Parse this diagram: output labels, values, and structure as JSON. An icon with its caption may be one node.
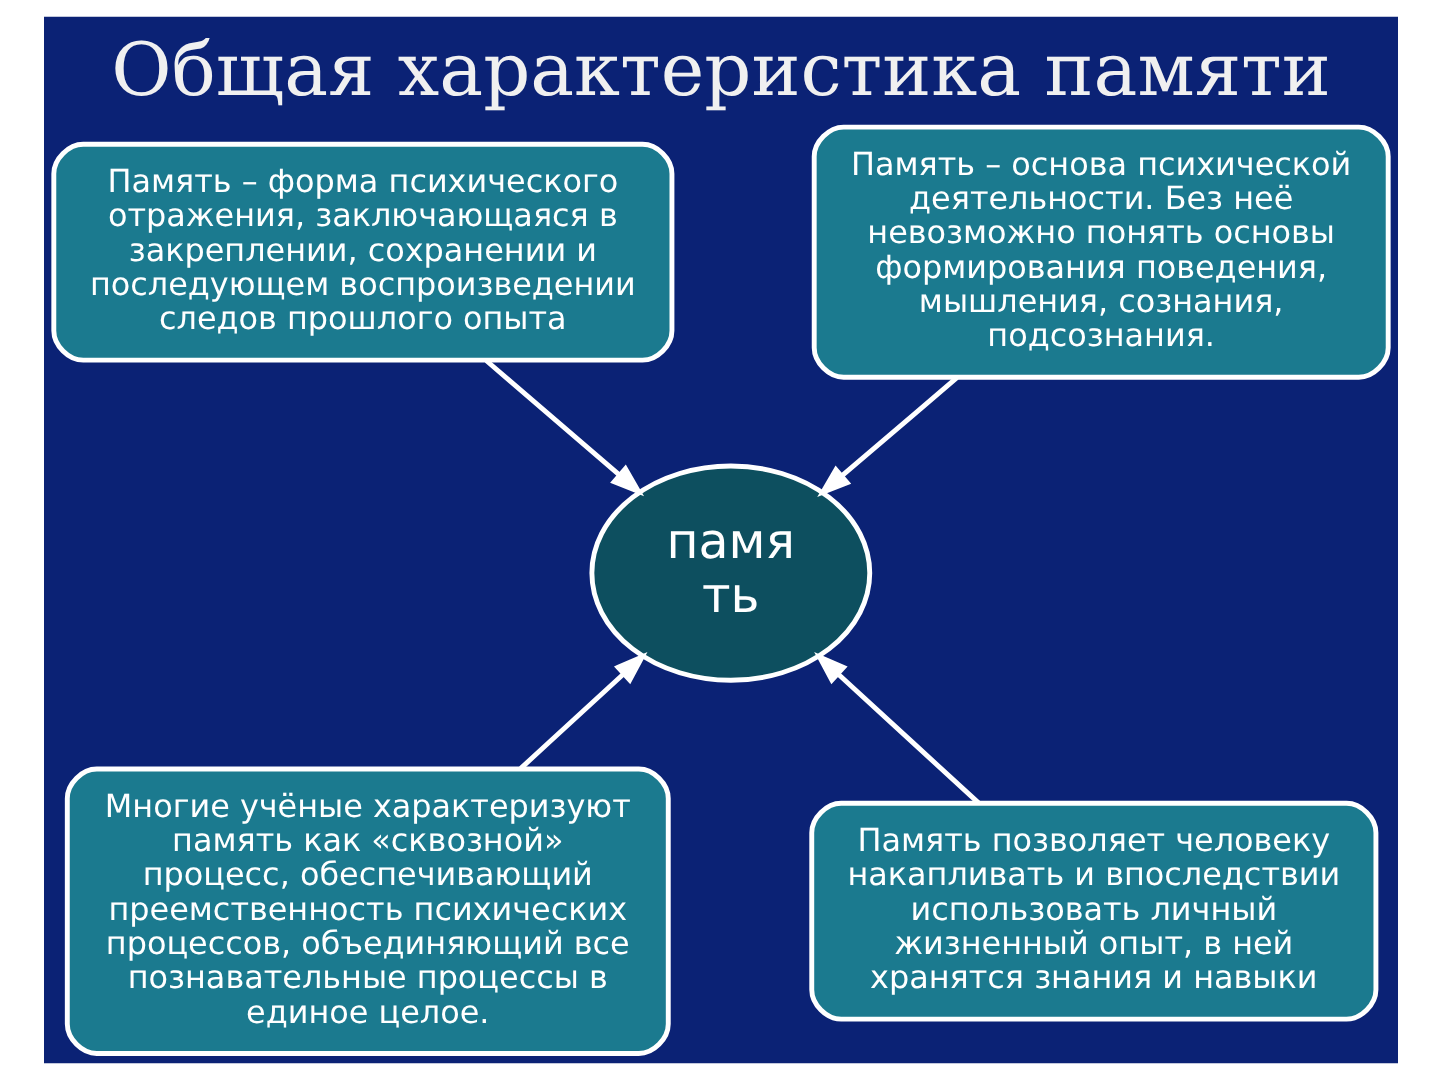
{
  "diagram": {
    "title": "Общая характеристика памяти",
    "nodes": [
      {
        "text": [
          "Память – форма психического отражения, заключающаяся в закреплении, сохранении и последующем воспроизведении следов прошлого опыта"
        ]
      },
      {
        "text": [
          "Память – основа психической деятельности. Без неё невозможно понять основы формирования поведения, мышления, сознания, подсознания."
        ]
      },
      {
        "text": [
          "памя ть"
        ]
      },
      {
        "text": [
          "Многие учёные характеризуют память как «сквозной» процесс, обеспечивающий преемственность психических процессов, объединяющий все познавательные процессы в единое целое."
        ]
      },
      {
        "text": [
          "Память позволяет человеку накапливать и впоследствии использовать личный жизненный опыт, в ней хранятся знания и навыки"
        ]
      }
    ],
    "edges": [
      {
        "from": 0,
        "to": 2,
        "arrow": "to"
      },
      {
        "from": 1,
        "to": 2,
        "arrow": "to"
      },
      {
        "from": 3,
        "to": 2,
        "arrow": "to"
      },
      {
        "from": 4,
        "to": 2,
        "arrow": "to"
      }
    ]
  }
}
